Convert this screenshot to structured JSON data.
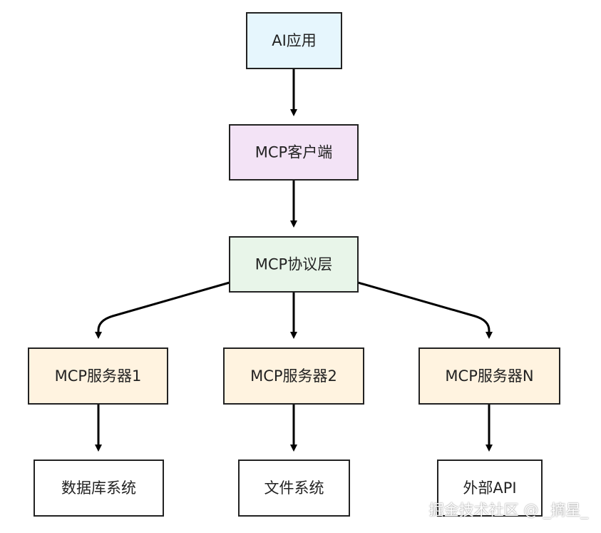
{
  "diagram": {
    "nodes": {
      "ai_app": {
        "label": "AI应用",
        "fill": "#e6f6fd"
      },
      "mcp_client": {
        "label": "MCP客户端",
        "fill": "#f3e3f6"
      },
      "mcp_protocol": {
        "label": "MCP协议层",
        "fill": "#e8f5e9"
      },
      "server_1": {
        "label": "MCP服务器1",
        "fill": "#fff3e0"
      },
      "server_2": {
        "label": "MCP服务器2",
        "fill": "#fff3e0"
      },
      "server_n": {
        "label": "MCP服务器N",
        "fill": "#fff3e0"
      },
      "database": {
        "label": "数据库系统",
        "fill": "#ffffff"
      },
      "filesystem": {
        "label": "文件系统",
        "fill": "#ffffff"
      },
      "external_api": {
        "label": "外部API",
        "fill": "#ffffff"
      }
    },
    "edges": [
      {
        "from": "ai_app",
        "to": "mcp_client"
      },
      {
        "from": "mcp_client",
        "to": "mcp_protocol"
      },
      {
        "from": "mcp_protocol",
        "to": "server_1"
      },
      {
        "from": "mcp_protocol",
        "to": "server_2"
      },
      {
        "from": "mcp_protocol",
        "to": "server_n"
      },
      {
        "from": "server_1",
        "to": "database"
      },
      {
        "from": "server_2",
        "to": "filesystem"
      },
      {
        "from": "server_n",
        "to": "external_api"
      }
    ],
    "border_color": "#222222",
    "edge_color": "#000000"
  },
  "watermark": "掘金技术社区 @ _摘星_"
}
